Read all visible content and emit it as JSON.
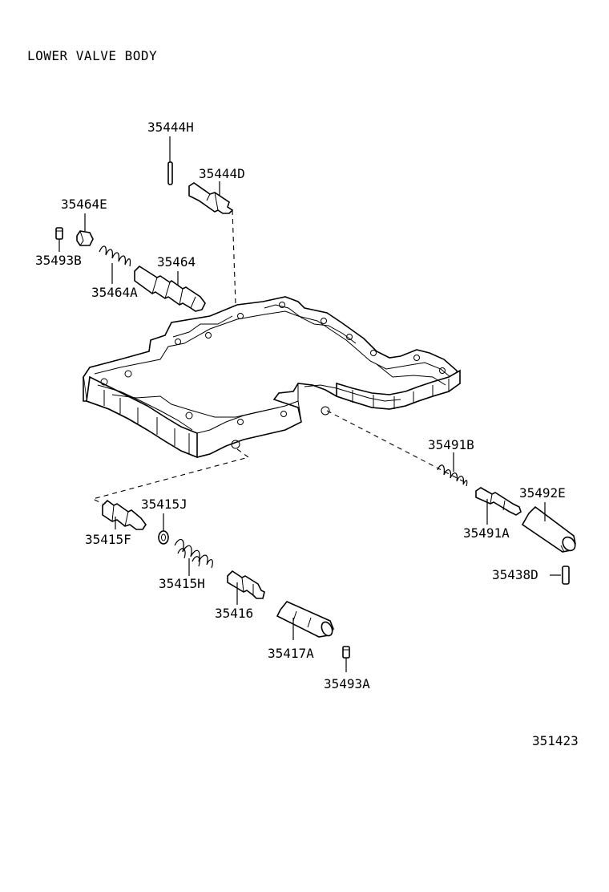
{
  "title": "LOWER VALVE BODY",
  "diagram_number": "351423",
  "parts": {
    "p35444H": "35444H",
    "p35444D": "35444D",
    "p35464E": "35464E",
    "p35493B": "35493B",
    "p35464": "35464",
    "p35464A": "35464A",
    "p35491B": "35491B",
    "p35492E": "35492E",
    "p35491A": "35491A",
    "p35438D": "35438D",
    "p35415J": "35415J",
    "p35415F": "35415F",
    "p35415H": "35415H",
    "p35416": "35416",
    "p35417A": "35417A",
    "p35493A": "35493A"
  }
}
